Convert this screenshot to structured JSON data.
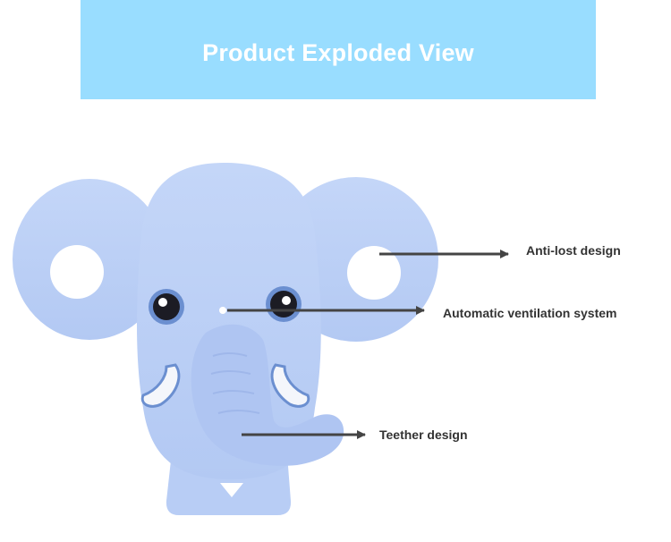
{
  "header": {
    "title": "Product Exploded View"
  },
  "colors": {
    "banner": "#99ddff",
    "body": "#b8cdf5",
    "outline": "#6b8fd0",
    "arrow": "#444444"
  },
  "callouts": [
    {
      "id": "anti-lost",
      "label": "Anti-lost design"
    },
    {
      "id": "ventilation",
      "label": "Automatic ventilation system"
    },
    {
      "id": "teether",
      "label": "Teether design"
    }
  ]
}
